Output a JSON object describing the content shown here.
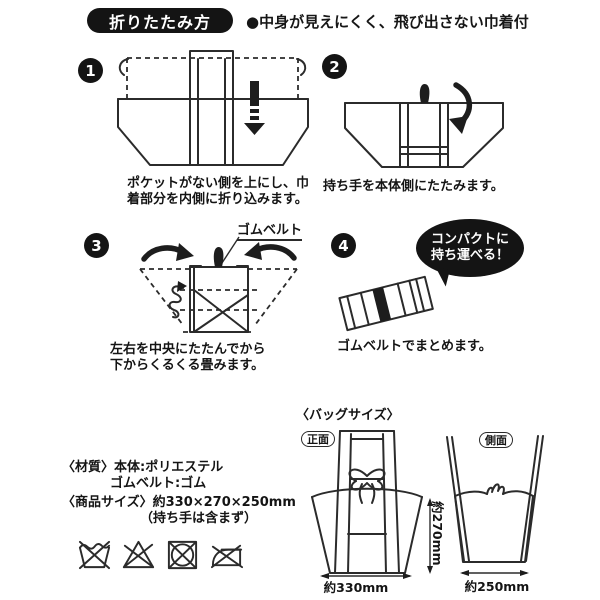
{
  "header": {
    "badge": "折りたたみ方",
    "bullet": "●中身が見えにくく、飛び出さない巾着付"
  },
  "steps": [
    {
      "number": "1",
      "caption_lines": [
        "ポケットがない側を上にし、巾",
        "着部分を内側に折り込みます。"
      ]
    },
    {
      "number": "2",
      "caption_lines": [
        "持ち手を本体側にたたみます。"
      ]
    },
    {
      "number": "3",
      "part_label": "ゴムベルト",
      "caption_lines": [
        "左右を中央にたたんでから",
        "下からくるくる畳みます。"
      ]
    },
    {
      "number": "4",
      "bubble_lines": [
        "コンパクトに",
        "持ち運べる！"
      ],
      "caption_lines": [
        "ゴムベルトでまとめます。"
      ]
    }
  ],
  "specs": {
    "material_lines": [
      "〈材質〉本体:ポリエステル",
      "ゴムベルト:ゴム"
    ],
    "size_lines": [
      "〈商品サイズ〉約330×270×250mm",
      "（持ち手は含まず）"
    ]
  },
  "care_icons": [
    {
      "name": "do-not-wash"
    },
    {
      "name": "do-not-bleach"
    },
    {
      "name": "do-not-tumble-dry"
    },
    {
      "name": "do-not-iron"
    }
  ],
  "bag_size": {
    "heading": "〈バッグサイズ〉",
    "front_label": "正面",
    "side_label": "側面",
    "height_label": "約270mm",
    "width_label": "約330mm",
    "depth_label": "約250mm"
  },
  "colors": {
    "ink": "#2b2b2b",
    "badge_bg": "#141414",
    "badge_text": "#ffffff",
    "background": "#ffffff"
  }
}
